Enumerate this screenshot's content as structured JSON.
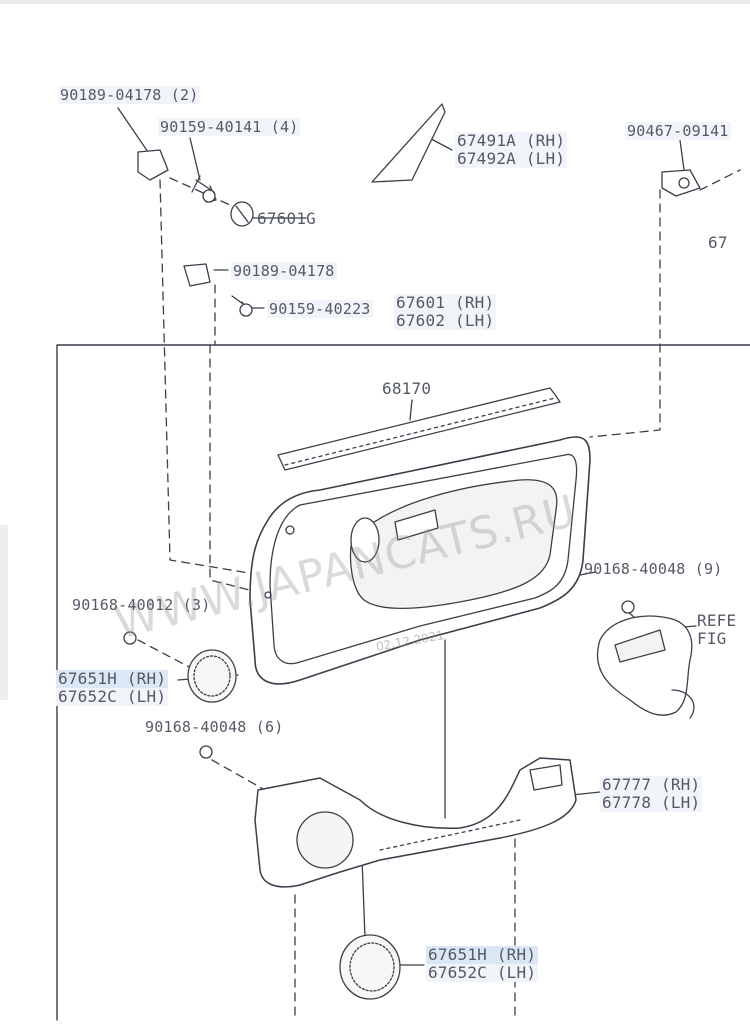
{
  "watermark": "WWW.JAPANCATS.RU",
  "date_stamp": "02.12.2021",
  "labels": {
    "p1": "90189-04178 (2)",
    "p2": "90159-40141 (4)",
    "p3": "67491A (RH)",
    "p4": "67492A (LH)",
    "p5": "90467-09141",
    "p6": "67601G",
    "p7": "67",
    "p8": "90189-04178",
    "p9": "90159-40223",
    "p10": "67601 (RH)",
    "p11": "67602 (LH)",
    "p12": "68170",
    "p13": "90168-40048 (9)",
    "p14": "90168-40012 (3)",
    "p15": "REFE",
    "p16": "FIG",
    "p17": "67651H (RH)",
    "p18": "67652C (LH)",
    "p19": "90168-40048 (6)",
    "p20": "67777 (RH)",
    "p21": "67778 (LH)",
    "p22": "67651H (RH)",
    "p23": "67652C (LH)"
  },
  "colors": {
    "line": "#3a3f4a",
    "label": "#555a66",
    "highlight": "#dbe7f5"
  }
}
